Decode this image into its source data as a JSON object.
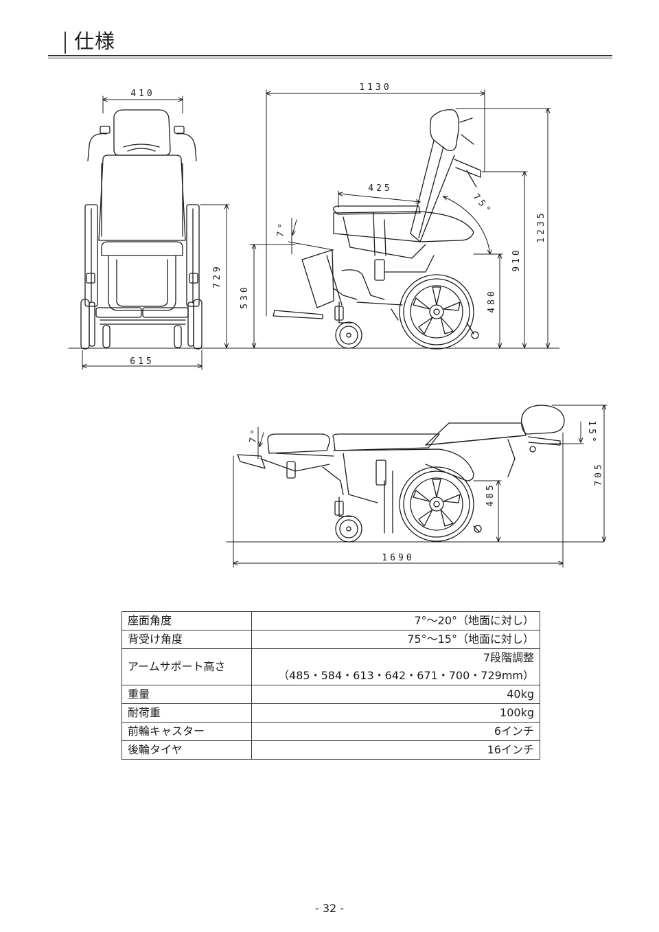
{
  "page": {
    "title": "仕様",
    "page_number": "- 32 -"
  },
  "dimensions": {
    "front_width_top": "410",
    "front_width_bottom": "615",
    "front_height_armrest": "729",
    "side_seat_height": "530",
    "side_length": "1130",
    "side_depth_425": "425",
    "side_angle_75": "75°",
    "side_angle_7": "7°",
    "side_height_480": "480",
    "side_height_910": "910",
    "side_height_1235": "1235",
    "recline_angle_7": "7°",
    "recline_angle_15": "15°",
    "recline_height_485": "485",
    "recline_height_705": "705",
    "recline_length_1690": "1690"
  },
  "spec_table": {
    "rows": [
      {
        "label": "座面角度",
        "value": "7°～20°（地面に対し）"
      },
      {
        "label": "背受け角度",
        "value": "75°～15°（地面に対し）"
      },
      {
        "label": "アームサポート高さ",
        "value_line1": "7段階調整",
        "value_line2": "（485・584・613・642・671・700・729mm）"
      },
      {
        "label": "重量",
        "value": "40kg"
      },
      {
        "label": "耐荷重",
        "value": "100kg"
      },
      {
        "label": "前輪キャスター",
        "value": "6インチ"
      },
      {
        "label": "後輪タイヤ",
        "value": "16インチ"
      }
    ]
  }
}
